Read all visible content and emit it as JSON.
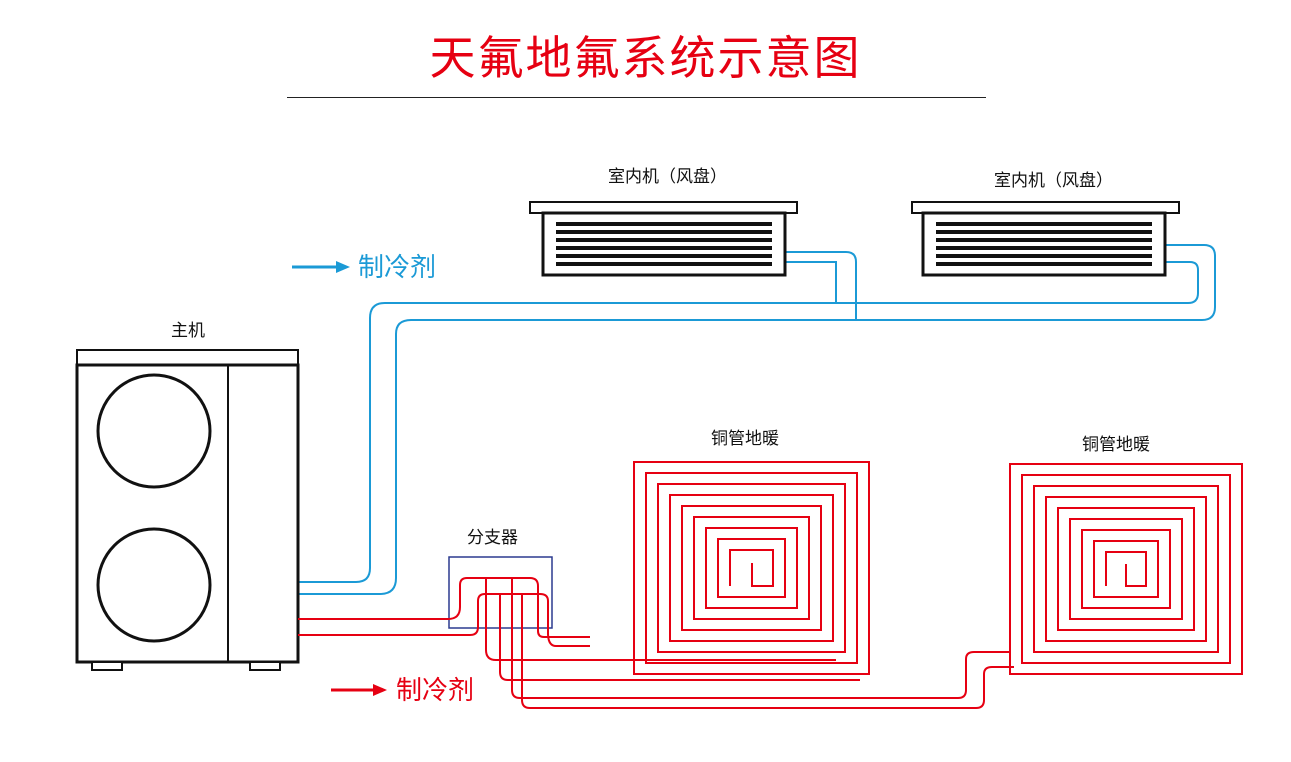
{
  "title": "天氟地氟系统示意图",
  "labels": {
    "indoor_unit_1": "室内机（风盘）",
    "indoor_unit_2": "室内机（风盘）",
    "main_unit": "主机",
    "floor_heating_1": "铜管地暖",
    "floor_heating_2": "铜管地暖",
    "manifold": "分支器"
  },
  "legend": {
    "cool_refrigerant": "制冷剂",
    "hot_refrigerant": "制冷剂"
  },
  "colors": {
    "title": "#e60012",
    "cool_pipe": "#1b9ad6",
    "hot_pipe": "#e60012",
    "outline": "#111111",
    "manifold_box": "#2b3a8f"
  }
}
